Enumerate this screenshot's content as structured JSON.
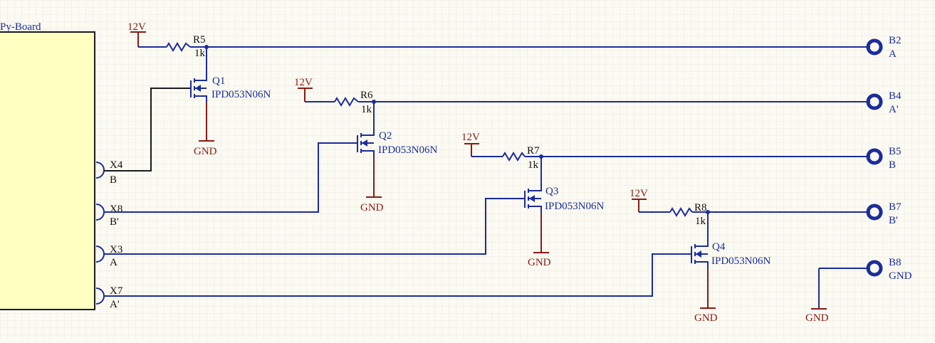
{
  "board": {
    "name": "Py-Board",
    "pins": [
      {
        "pin": "X4",
        "net": "B"
      },
      {
        "pin": "X8",
        "net": "B'"
      },
      {
        "pin": "X3",
        "net": "A"
      },
      {
        "pin": "X7",
        "net": "A'"
      }
    ]
  },
  "power_label": "12V",
  "ground_label": "GND",
  "resistors": [
    {
      "ref": "R5",
      "value": "1k"
    },
    {
      "ref": "R6",
      "value": "1k"
    },
    {
      "ref": "R7",
      "value": "1k"
    },
    {
      "ref": "R8",
      "value": "1k"
    }
  ],
  "mosfets": [
    {
      "ref": "Q1",
      "part": "IPD053N06N"
    },
    {
      "ref": "Q2",
      "part": "IPD053N06N"
    },
    {
      "ref": "Q3",
      "part": "IPD053N06N"
    },
    {
      "ref": "Q4",
      "part": "IPD053N06N"
    }
  ],
  "connectors": [
    {
      "ref": "B2",
      "net": "A"
    },
    {
      "ref": "B4",
      "net": "A'"
    },
    {
      "ref": "B5",
      "net": "B"
    },
    {
      "ref": "B7",
      "net": "B'"
    },
    {
      "ref": "B8",
      "net": "GND"
    }
  ],
  "colors": {
    "wire": "#1c2c9c",
    "power": "#8a1a12",
    "board_fill": "#ffffc2",
    "background": "#fbfaf3"
  }
}
